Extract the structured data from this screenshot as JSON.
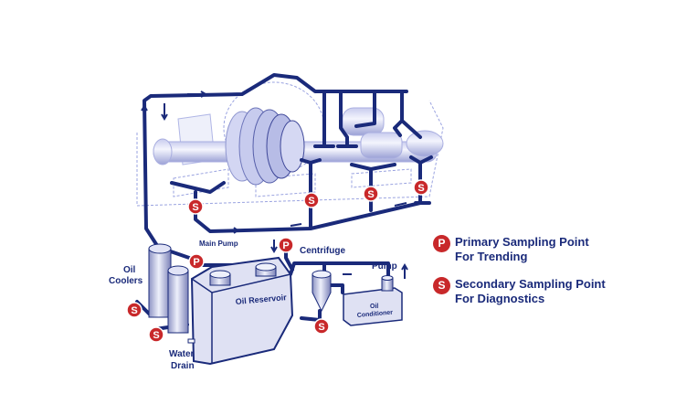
{
  "labels": {
    "main_pump": "Main Pump",
    "oil_coolers_1": "Oil",
    "oil_coolers_2": "Coolers",
    "water_drain_1": "Water",
    "water_drain_2": "Drain",
    "centrifuge": "Centrifuge",
    "pump": "Pump",
    "oil_reservoir": "Oil Reservoir",
    "oil_conditioner_1": "Oil",
    "oil_conditioner_2": "Conditioner"
  },
  "markers": {
    "primary": "P",
    "secondary": "S"
  },
  "legend": [
    {
      "symbol": "P",
      "line1": "Primary Sampling Point",
      "line2": "For Trending"
    },
    {
      "symbol": "S",
      "line1": "Secondary Sampling Point",
      "line2": "For Diagnostics"
    }
  ],
  "colors": {
    "pipe": "#1a2a7a",
    "marker": "#c8282a",
    "equipment": "#d8dcf0"
  }
}
